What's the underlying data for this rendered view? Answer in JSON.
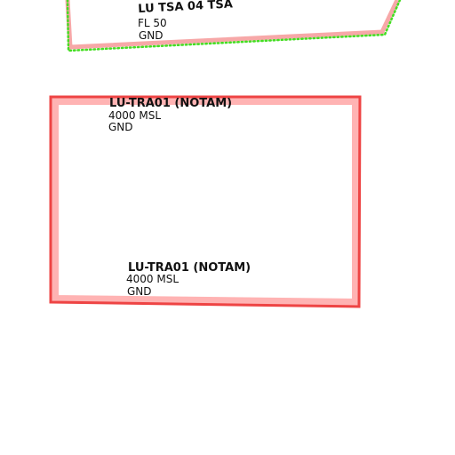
{
  "map": {
    "airspaces": [
      {
        "id": "tsa04",
        "name": "LU TSA 04 TSA",
        "upper_limit": "FL 50",
        "lower_limit": "GND",
        "stroke_color": "#f29a9a",
        "outline_color": "#44dd22"
      },
      {
        "id": "tra01",
        "name": "LU-TRA01 (NOTAM)",
        "upper_limit": "4000 MSL",
        "lower_limit": "GND",
        "stroke_color": "#ee4444",
        "fill_band_color": "#ffb3b3"
      }
    ]
  }
}
